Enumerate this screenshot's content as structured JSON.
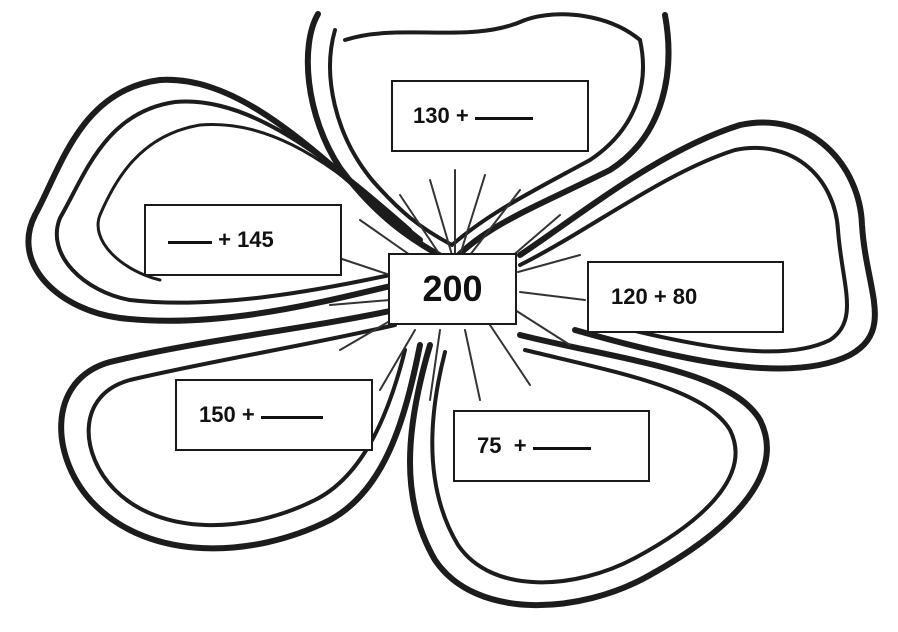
{
  "center": {
    "number": "200"
  },
  "petals": {
    "top": {
      "left": "130 + ",
      "right": ""
    },
    "left": {
      "left": "",
      "right": " + 145"
    },
    "right": {
      "left": "120 + 80",
      "right": ""
    },
    "bottom_left": {
      "left": "150 + ",
      "right": ""
    },
    "bottom_right": {
      "left": "75  + ",
      "right": ""
    }
  },
  "colors": {
    "outline": "#1a1a1a",
    "petal_stroke": "#222222",
    "background": "#ffffff"
  }
}
